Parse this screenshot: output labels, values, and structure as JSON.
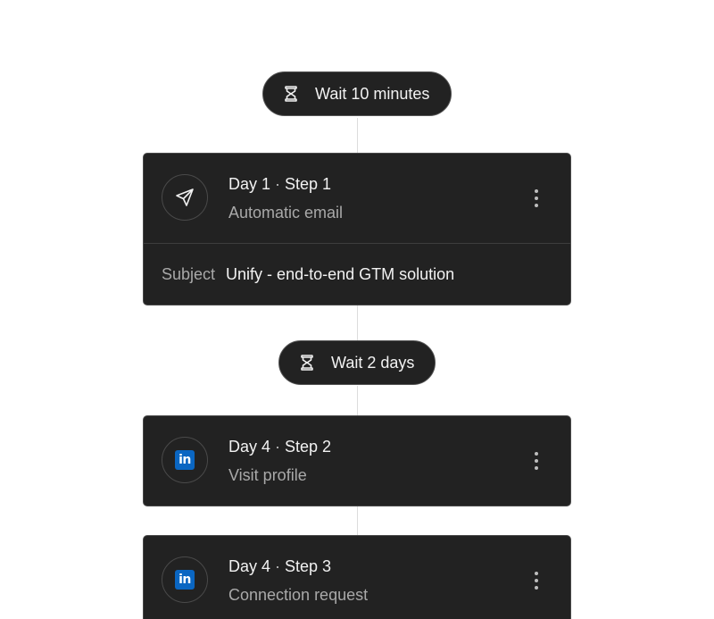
{
  "waits": [
    {
      "label": "Wait 10 minutes",
      "icon": "hourglass-icon"
    },
    {
      "label": "Wait 2 days",
      "icon": "hourglass-icon"
    }
  ],
  "steps": [
    {
      "day": "Day 1",
      "step": "Step 1",
      "type": "Automatic email",
      "icon": "send-icon",
      "detail_label": "Subject",
      "detail_value": "Unify - end-to-end GTM solution"
    },
    {
      "day": "Day 4",
      "step": "Step 2",
      "type": "Visit profile",
      "icon": "linkedin-icon",
      "icon_text": "in"
    },
    {
      "day": "Day 4",
      "step": "Step 3",
      "type": "Connection request",
      "icon": "linkedin-icon",
      "icon_text": "in"
    }
  ],
  "separator": "·",
  "colors": {
    "card_bg": "#222222",
    "card_border": "#4a4a4a",
    "text_primary": "#f2f2f2",
    "text_secondary": "#a9a9a9",
    "linkedin_blue": "#0a66c2",
    "connector": "#dcdcdc"
  }
}
